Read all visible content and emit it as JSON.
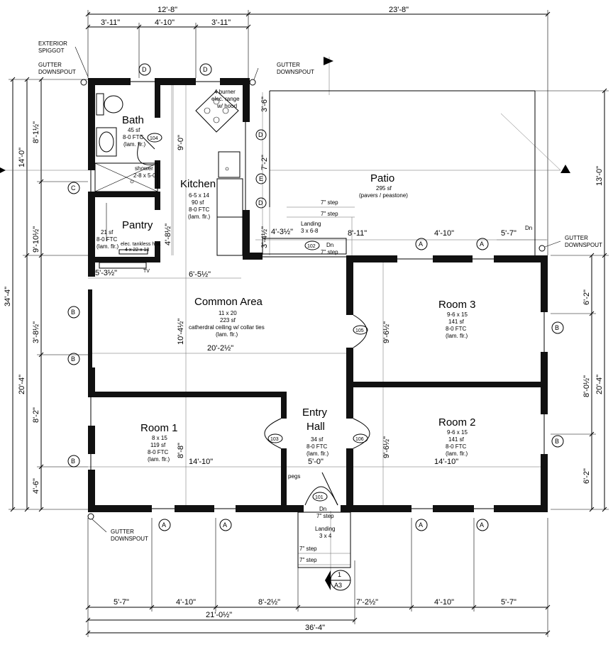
{
  "dimensions_top": {
    "overall_left": "12'-8\"",
    "overall_right": "23'-8\"",
    "seg1": "3'-11\"",
    "seg2": "4'-10\"",
    "seg3": "3'-11\""
  },
  "dimensions_bottom": {
    "seg1": "5'-7\"",
    "seg2": "4'-10\"",
    "seg3": "8'-2½\"",
    "seg4": "7'-2½\"",
    "seg5": "4'-10\"",
    "seg6": "5'-7\"",
    "sub_total": "21'-0½\"",
    "overall": "36'-4\""
  },
  "dimensions_left": {
    "overall": "34'-4\"",
    "upper": "14'-0\"",
    "lower": "20'-4\"",
    "a": "8'-1½\"",
    "b": "9'-10½\"",
    "c": "3'-8½\"",
    "d": "8'-2\"",
    "e": "4'-6\""
  },
  "dimensions_right": {
    "upper": "13'-0\"",
    "lower": "20'-4\"",
    "a": "6'-2\"",
    "b": "8'-0½\"",
    "c": "6'-2\""
  },
  "dimensions_interior": {
    "kitchen_v1": "9'-0\"",
    "pantry_v": "4'-8½\"",
    "pantry_h": "5'-3½\"",
    "kitchen_h": "6'-5½\"",
    "common_v": "10'-4½\"",
    "common_h": "20'-2½\"",
    "patio_v1": "3'-6\"",
    "patio_v2": "7'-2\"",
    "patio_v3": "3'-4½\"",
    "patio_h1": "4'-3½\"",
    "patio_h2": "8'-11\"",
    "patio_h3": "4'-10\"",
    "patio_h4": "5'-7\"",
    "room3_v": "9'-6½\"",
    "room2_v": "9'-6½\"",
    "room1_v": "8'-8\"",
    "room1_h": "14'-10\"",
    "entry_h": "5'-0\"",
    "room2_h": "14'-10\""
  },
  "rooms": {
    "bath": {
      "name": "Bath",
      "area": "45 sf",
      "ftc": "8-0 FTC",
      "floor": "(lam. flr.)",
      "tag": "104"
    },
    "kitchen": {
      "name": "Kitchen",
      "size": "6-5 x 14",
      "area": "90 sf",
      "ftc": "8-0 FTC",
      "floor": "(lam. flr.)"
    },
    "pantry": {
      "name": "Pantry",
      "area": "21 sf",
      "ftc": "8-0 FTC",
      "floor": "(lam. flr.)"
    },
    "patio": {
      "name": "Patio",
      "area": "295 sf",
      "floor": "(pavers / peastone)"
    },
    "common": {
      "name": "Common Area",
      "size": "11 x 20",
      "area": "223 sf",
      "ceiling": "catherdral ceiling w/ collar ties",
      "floor": "(lam. flr.)"
    },
    "room3": {
      "name": "Room 3",
      "size": "9-6 x 15",
      "area": "141 sf",
      "ftc": "8-0 FTC",
      "floor": "(lam. flr.)"
    },
    "room2": {
      "name": "Room 2",
      "size": "9-6 x 15",
      "area": "141 sf",
      "ftc": "8-0 FTC",
      "floor": "(lam. flr.)"
    },
    "room1": {
      "name": "Room 1",
      "size": "8 x 15",
      "area": "119 sf",
      "ftc": "8-0 FTC",
      "floor": "(lam. flr.)"
    },
    "entry": {
      "name1": "Entry",
      "name2": "Hall",
      "area": "34 sf",
      "ftc": "8-0 FTC",
      "floor": "(lam. flr.)"
    }
  },
  "door_tags": [
    "105",
    "103",
    "106",
    "101",
    "102"
  ],
  "notes": {
    "exterior_spiggot_1": "EXTERIOR",
    "exterior_spiggot_2": "SPIGGOT",
    "gutter": "GUTTER",
    "downspout": "DOWNSPOUT",
    "range_1": "4 burner",
    "range_2": "elec. range",
    "range_3": "w/ hood",
    "shower": "shower",
    "shower_size": "2-8 x 5-0",
    "water_heater_1": "elec. tankless h.w.",
    "water_heater_2": "4 x 22 x 18",
    "tv": "TV",
    "step": "7\" step",
    "landing": "Landing",
    "landing_patio_size": "3 x 6-8",
    "landing_entry_size": "3 x 4",
    "dn": "Dn",
    "pegs": "pegs",
    "section_num": "1",
    "section_sheet": "A3"
  },
  "markers": {
    "A": "A",
    "B": "B",
    "C": "C",
    "D": "D",
    "E": "E"
  }
}
